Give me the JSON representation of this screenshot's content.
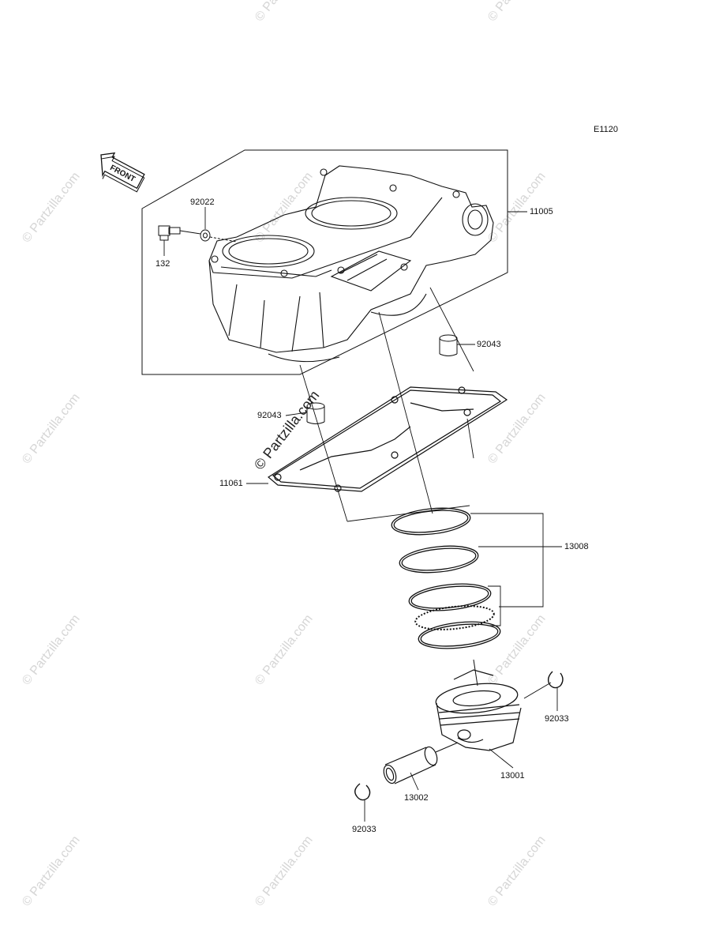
{
  "diagram": {
    "ref_code": "E1120",
    "front_label": "FRONT",
    "watermark": "© Partzilla.com",
    "watermark_main": "© Partzilla.com",
    "parts": [
      {
        "id": "11005",
        "label": "11005"
      },
      {
        "id": "92022",
        "label": "92022"
      },
      {
        "id": "132",
        "label": "132"
      },
      {
        "id": "92043a",
        "label": "92043"
      },
      {
        "id": "92043b",
        "label": "92043"
      },
      {
        "id": "11061",
        "label": "11061"
      },
      {
        "id": "13008",
        "label": "13008"
      },
      {
        "id": "92033a",
        "label": "92033"
      },
      {
        "id": "13001",
        "label": "13001"
      },
      {
        "id": "13002",
        "label": "13002"
      },
      {
        "id": "92033b",
        "label": "92033"
      }
    ]
  }
}
